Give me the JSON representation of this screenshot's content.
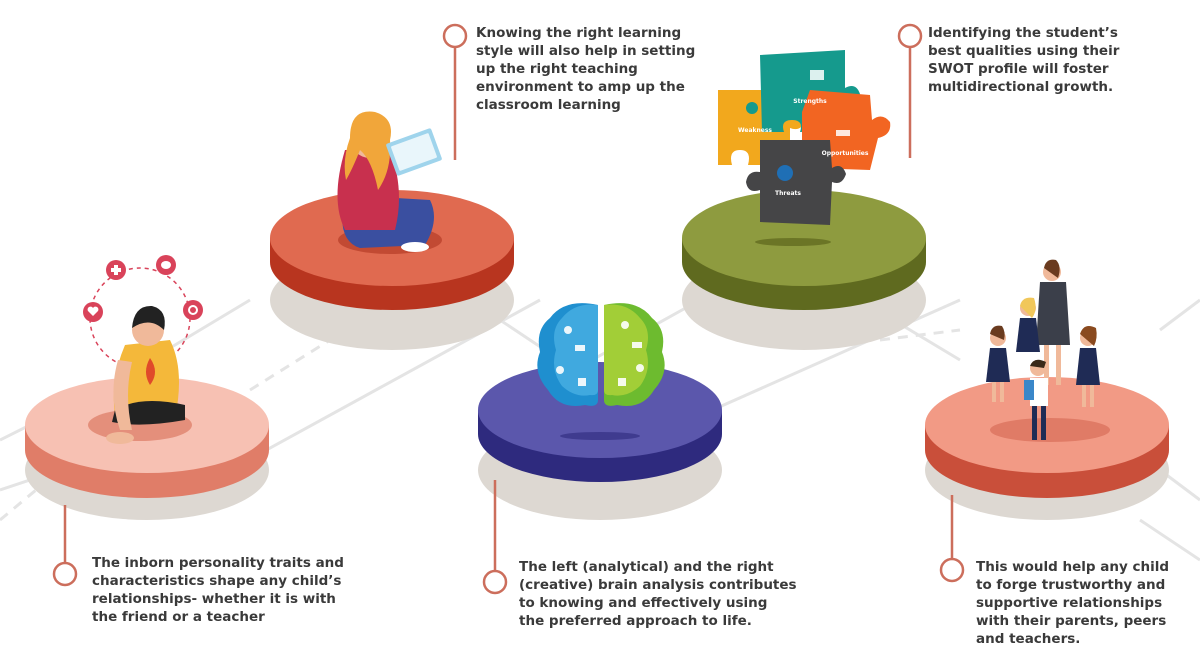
{
  "captions": {
    "personality": {
      "lines": [
        "The inborn personality traits and",
        "characteristics shape any child’s",
        "relationships- whether it is with",
        "the friend or a teacher"
      ]
    },
    "learning_style": {
      "lines": [
        "Knowing the right learning",
        "style will also help in setting",
        "up the right teaching",
        "environment to amp up the",
        "classroom learning"
      ]
    },
    "brain": {
      "lines": [
        "The left (analytical) and the right",
        "(creative) brain analysis contributes",
        "to knowing and effectively using",
        "the preferred approach to life."
      ]
    },
    "swot": {
      "lines": [
        "Identifying the student’s",
        "best qualities using their",
        "SWOT profile will foster",
        "multidirectional growth."
      ]
    },
    "relationships": {
      "lines": [
        "This would help any child",
        "to forge trustworthy and",
        "supportive relationships",
        "with their parents, peers",
        "and teachers."
      ]
    }
  },
  "swot_labels": {
    "strengths": "Strengths",
    "weakness": "Weakness",
    "opportunities": "Opportunities",
    "threats": "Threats"
  },
  "colors": {
    "platform_pink": "#f7c1b3",
    "platform_red": "#e06a50",
    "platform_blue": "#5b57ac",
    "platform_olive": "#8e9b3f",
    "platform_salmon": "#f29a85",
    "connector": "#cc6e5c",
    "text": "#3a3a3a"
  }
}
